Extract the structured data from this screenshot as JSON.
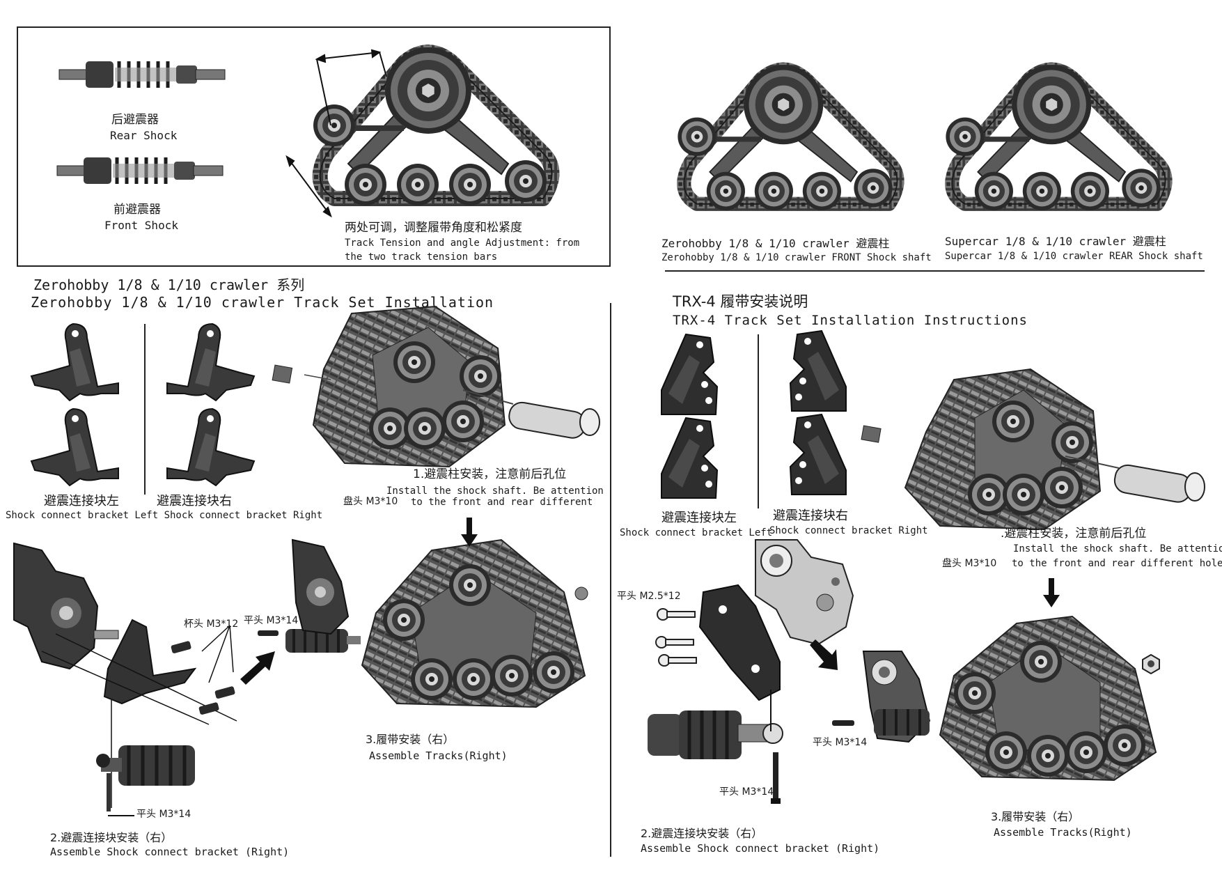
{
  "top_box": {
    "rear_shock_zh": "后避震器",
    "rear_shock_en": "Rear Shock",
    "front_shock_zh": "前避震器",
    "front_shock_en": "Front Shock",
    "tension_zh": "两处可调，调整履带角度和松紧度",
    "tension_en_1": "Track Tension and angle Adjustment: from",
    "tension_en_2": "the two track tension bars"
  },
  "top_right": {
    "zero_zh": "Zerohobby 1/8 & 1/10 crawler 避震柱",
    "zero_en": "Zerohobby 1/8 & 1/10 crawler FRONT Shock shaft",
    "super_zh": "Supercar 1/8 & 1/10 crawler 避震柱",
    "super_en": "Supercar 1/8 & 1/10 crawler REAR Shock shaft"
  },
  "left": {
    "title_zh": "Zerohobby 1/8 & 1/10 crawler 系列",
    "title_en": "Zerohobby 1/8 & 1/10 crawler Track Set Installation",
    "bracket_left_zh": "避震连接块左",
    "bracket_right_zh": "避震连接块右",
    "bracket_en": "Shock connect bracket Left Shock connect bracket Right",
    "step1_zh": "1.避震柱安装，注意前后孔位",
    "step1_en_1": "Install the shock shaft. Be attention",
    "step1_en_2": "to the front and rear different",
    "screw_m3x10": "盘头 M3*10",
    "screw_cup_m3x12": "杯头 M3*12",
    "screw_flat_m3x14_a": "平头 M3*14",
    "screw_flat_m3x14_b": "平头 M3*14",
    "step2_zh": "2.避震连接块安装（右）",
    "step2_en": "Assemble Shock connect bracket (Right)",
    "step3_zh": "3.履带安装（右）",
    "step3_en": "Assemble Tracks(Right)"
  },
  "right": {
    "title_zh": "TRX-4 履带安装说明",
    "title_en": "TRX-4 Track Set Installation Instructions",
    "bracket_left_zh": "避震连接块左",
    "bracket_right_zh": "避震连接块右",
    "bracket_left_en": "Shock connect bracket Left",
    "bracket_right_en": "Shock connect bracket Right",
    "step1_zh": ".避震柱安装，注意前后孔位",
    "step1_en_1": "Install the shock shaft. Be attentio",
    "step1_en_2": "to the front and rear different hole",
    "screw_m3x10": "盘头 M3*10",
    "screw_m25x12": "平头 M2.5*12",
    "screw_flat_m3x14_a": "平头 M3*14",
    "screw_flat_m3x14_b": "平头 M3*14",
    "step2_zh": "2.避震连接块安装（右）",
    "step2_en": "Assemble Shock connect bracket (Right)",
    "step3_zh": "3.履带安装（右）",
    "step3_en": "Assemble Tracks(Right)"
  }
}
